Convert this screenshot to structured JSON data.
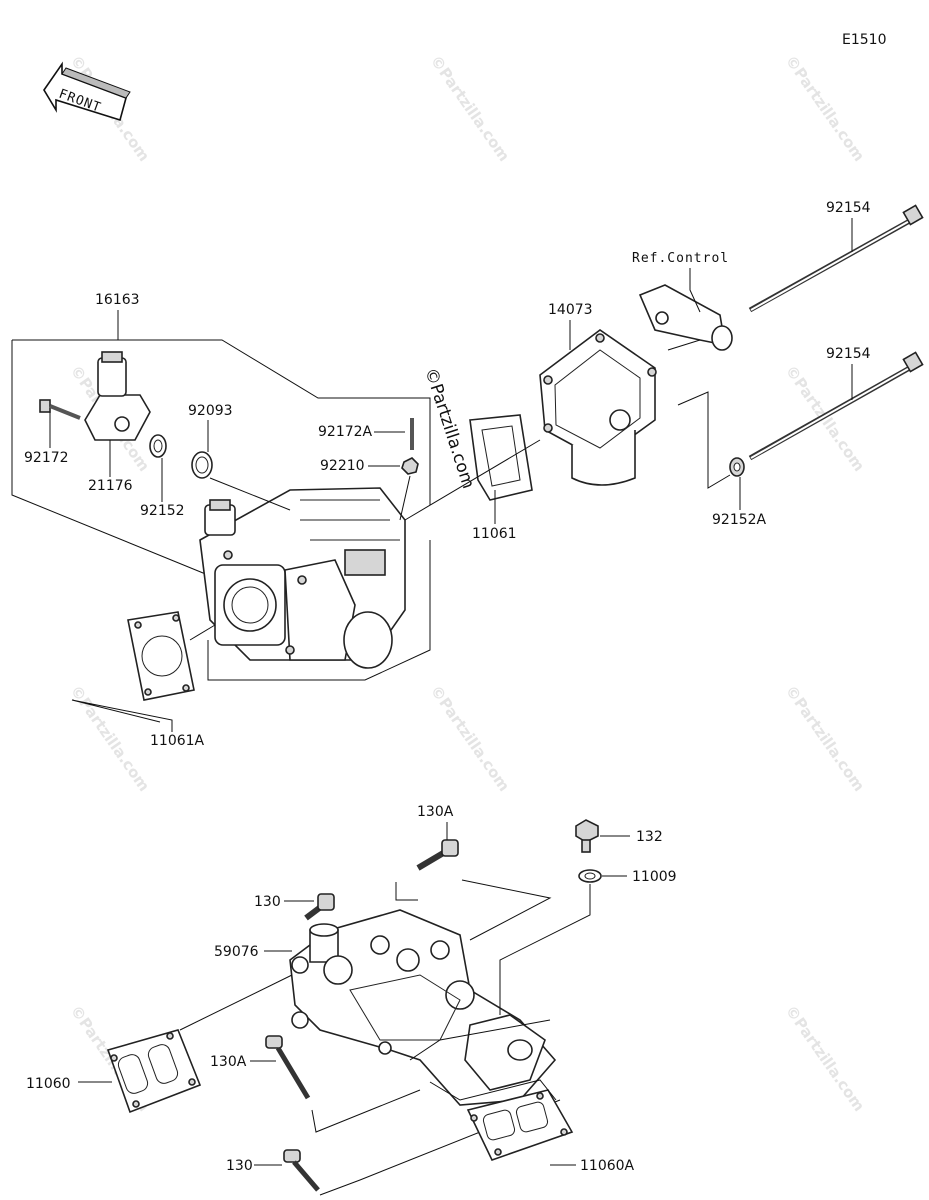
{
  "diagram_code": "E1510",
  "front_label": "FRONT",
  "watermark": "©Partzilla.com",
  "callouts": {
    "p16163": "16163",
    "p92172": "92172",
    "p21176": "21176",
    "p92152": "92152",
    "p92093": "92093",
    "p92172a": "92172A",
    "p92210": "92210",
    "p11061": "11061",
    "p11061a": "11061A",
    "p14073": "14073",
    "ref_control": "Ref.Control",
    "p92154_top": "92154",
    "p92154_bottom": "92154",
    "p92152a": "92152A",
    "p130a_top": "130A",
    "p132": "132",
    "p11009": "11009",
    "p130_top": "130",
    "p59076": "59076",
    "p11060": "11060",
    "p130a_bottom": "130A",
    "p130_bottom": "130",
    "p11060a": "11060A"
  }
}
